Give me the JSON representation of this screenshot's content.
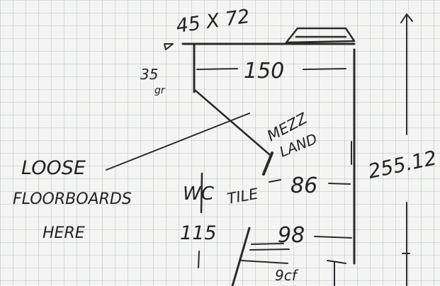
{
  "sketch": {
    "dimension_top": "45 X 72",
    "dim_35": "35",
    "dim_35_sub": "gr",
    "dim_150": "150",
    "mezz": "MEZZ",
    "land": "LAND",
    "loose": "LOOSE",
    "floorboards": "FLOORBOARDS",
    "here": "HERE",
    "wc": "WC",
    "dim_115": "115",
    "tile": "TILE",
    "dim_86": "86",
    "dim_98": "98",
    "dim_side": "255.12",
    "bottom_note": "9cf"
  }
}
